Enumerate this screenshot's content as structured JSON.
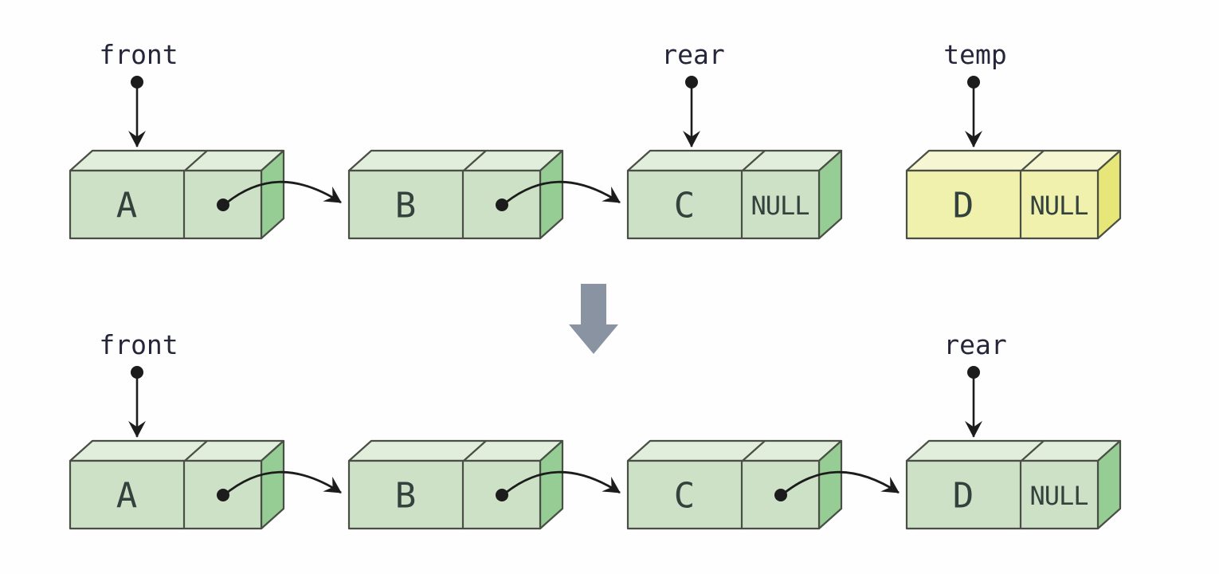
{
  "colors": {
    "green_front": "#cde1c7",
    "green_top": "#e1eedb",
    "green_side": "#96cd95",
    "yellow_front": "#f1f1ae",
    "yellow_top": "#f6f6d2",
    "yellow_side": "#e7e779",
    "outline": "#4a4f45",
    "arrow_black": "#1c1c1c",
    "label_text": "#26263a",
    "node_text": "#33423c",
    "transition_arrow": "#8a93a2",
    "background": "#fefefe"
  },
  "top_row": {
    "pointers": {
      "front": "front",
      "rear": "rear",
      "temp": "temp"
    },
    "nodes": [
      {
        "data": "A"
      },
      {
        "data": "B"
      },
      {
        "data": "C",
        "next": "NULL"
      },
      {
        "data": "D",
        "next": "NULL"
      }
    ]
  },
  "bottom_row": {
    "pointers": {
      "front": "front",
      "rear": "rear"
    },
    "nodes": [
      {
        "data": "A"
      },
      {
        "data": "B"
      },
      {
        "data": "C"
      },
      {
        "data": "D",
        "next": "NULL"
      }
    ]
  }
}
